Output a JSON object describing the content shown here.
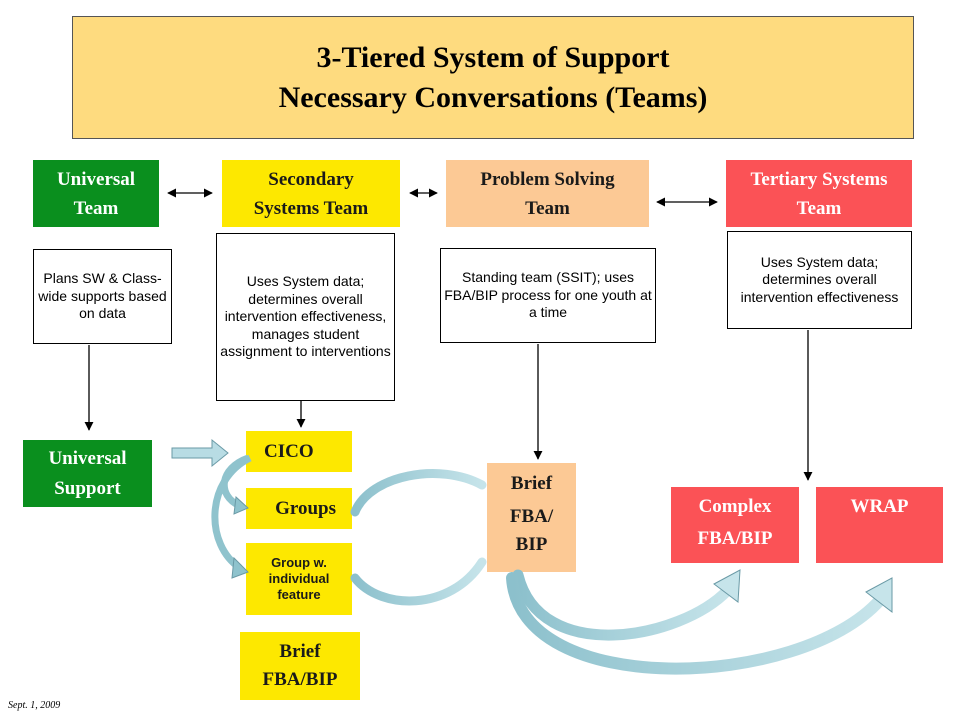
{
  "title": {
    "line1": "3-Tiered System of Support",
    "line2": "Necessary Conversations (Teams)"
  },
  "teams": {
    "universal": "Universal Team",
    "secondary": "Secondary Systems Team",
    "problem_solving": "Problem Solving Team",
    "tertiary": "Tertiary Systems Team"
  },
  "descriptions": {
    "universal": "Plans SW & Class-wide supports based on data",
    "secondary": "Uses System data; determines overall intervention effectiveness, manages student assignment to interventions",
    "problem_solving": "Standing team (SSIT); uses FBA/BIP process for one youth at a time",
    "tertiary": "Uses System data; determines overall intervention effectiveness"
  },
  "interventions": {
    "universal_support": "Universal Support",
    "cico": "CICO",
    "groups": "Groups",
    "group_individual": "Group w. individual feature",
    "brief_fba_bip_secondary": "Brief FBA/BIP",
    "brief_fba_bip_problem_solving_line1": "Brief",
    "brief_fba_bip_problem_solving_line2": "FBA/ BIP",
    "complex_line1": "Complex",
    "complex_line2": "FBA/BIP",
    "wrap": "WRAP"
  },
  "footer": {
    "date": "Sept. 1, 2009"
  },
  "colors": {
    "title_bg": "#fedb7f",
    "universal_green": "#0a8f1e",
    "secondary_yellow": "#fde800",
    "problem_solving_peach": "#fcc995",
    "tertiary_red": "#fb5256",
    "curved_arrow": "#a9d3dc"
  }
}
